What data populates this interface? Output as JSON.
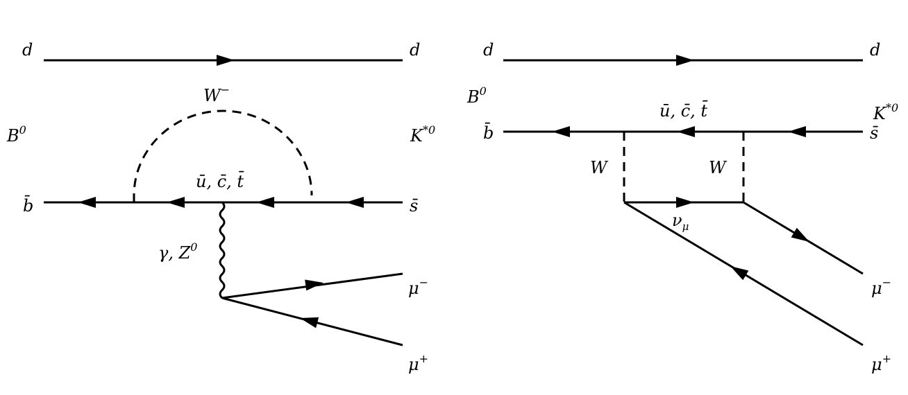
{
  "colors": {
    "ink": "#000000",
    "background": "#ffffff"
  },
  "left_diagram": {
    "title_hidden": "penguin",
    "d_in": "d",
    "d_out": "d",
    "meson_in": "B",
    "meson_in_sup": "0",
    "meson_out": "K",
    "meson_out_sup": "*0",
    "boson_loop": "W",
    "boson_loop_sup": "−",
    "quark_in": "b̄",
    "quark_out": "s̄",
    "internal_quarks": "ū, c̄, t̄",
    "neutral_boson": "γ, Z",
    "neutral_boson_sup": "0",
    "mu_minus": "μ",
    "mu_minus_sup": "−",
    "mu_plus": "μ",
    "mu_plus_sup": "+"
  },
  "right_diagram": {
    "d_in": "d",
    "d_out": "d",
    "meson_in": "B",
    "meson_in_sup": "0",
    "meson_out": "K",
    "meson_out_sup": "*0",
    "quark_in": "b̄",
    "quark_out": "s̄",
    "internal_quarks": "ū, c̄, t̄",
    "w_left": "W",
    "w_right": "W",
    "neutrino": "ν",
    "neutrino_sub": "μ",
    "mu_minus": "μ",
    "mu_minus_sup": "−",
    "mu_plus": "μ",
    "mu_plus_sup": "+"
  }
}
